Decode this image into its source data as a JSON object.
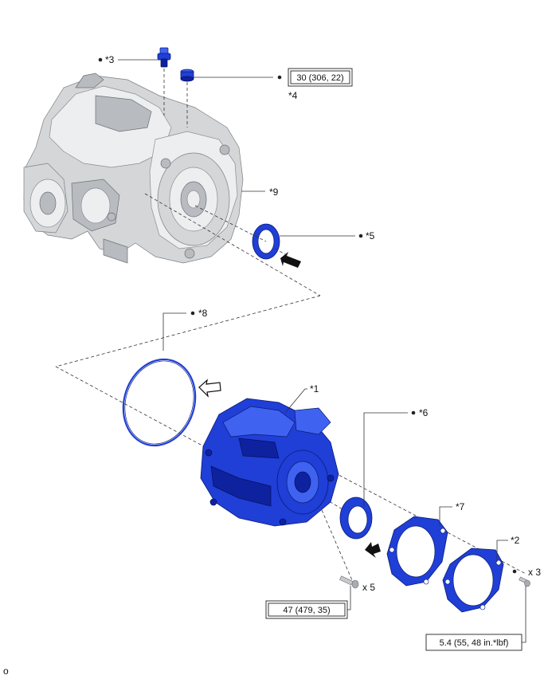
{
  "callouts": {
    "c1": "*1",
    "c2": "*2",
    "c3": "*3",
    "c4": "*4",
    "c5": "*5",
    "c6": "*6",
    "c7": "*7",
    "c8": "*8",
    "c9": "*9"
  },
  "torque": {
    "t1": "30 (306, 22)",
    "t2": "47 (479, 35)",
    "t3": "5.4 (55, 48 in.*lbf)"
  },
  "quantity": {
    "q1": "x 5",
    "q2": "x 3"
  },
  "footer_code": "o",
  "colors": {
    "new_part_blue": "#1f3fd6",
    "housing_gray": "#d4d6d8",
    "line": "#333333"
  },
  "icons": {
    "install_arrow_solid": "arrow-solid-icon",
    "install_arrow_outline": "arrow-outline-icon",
    "non_reusable_dot": "dot-icon"
  }
}
